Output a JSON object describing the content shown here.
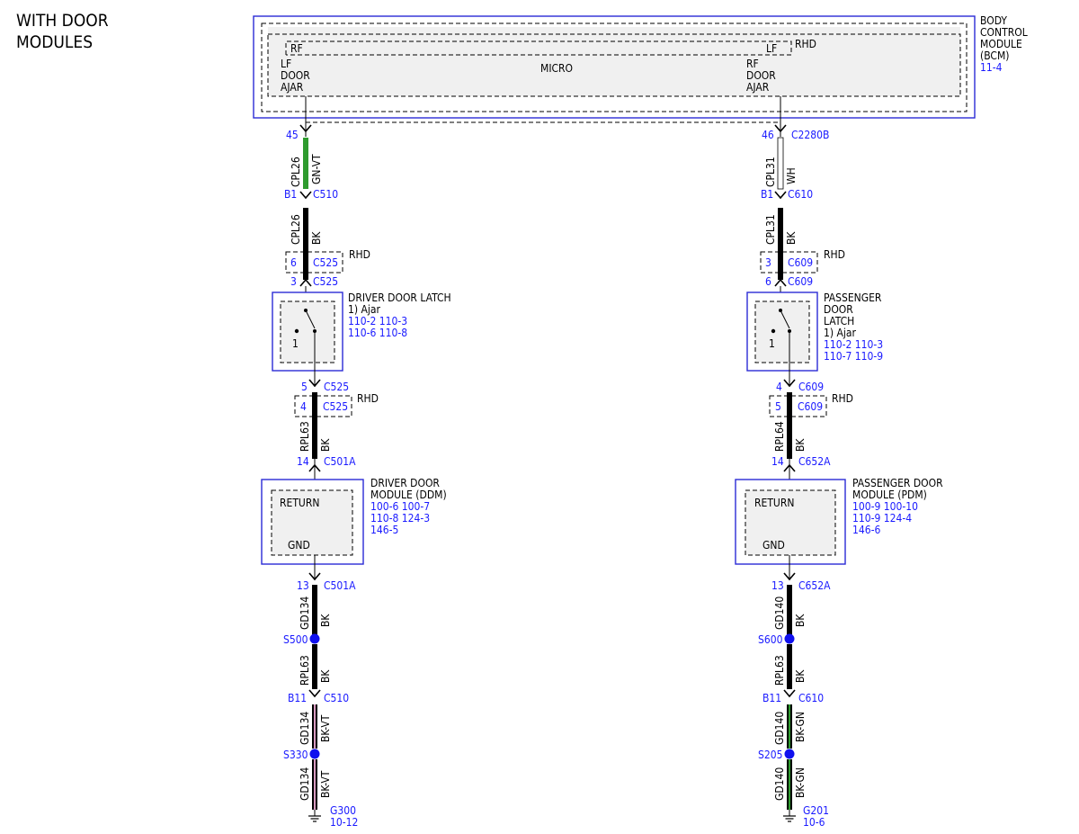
{
  "title": [
    "WITH DOOR",
    "MODULES"
  ],
  "colors": {
    "wire_black": "#000000",
    "wire_green": "#2e9b2e",
    "wire_pink": "#d89bc0",
    "reference_blue": "#1a1aff",
    "box_blue": "#2b2bd6",
    "splice_blue": "#1010ee"
  },
  "bcm": {
    "name_lines": [
      "BODY",
      "CONTROL",
      "MODULE",
      "(BCM)"
    ],
    "ref": "11-4",
    "rf": "RF",
    "lf": "LF",
    "rhd": "RHD",
    "micro": "MICRO",
    "lf_door_ajar": [
      "LF",
      "DOOR",
      "AJAR"
    ],
    "rf_door_ajar": [
      "RF",
      "DOOR",
      "AJAR"
    ]
  },
  "left": {
    "pin_bcm": "45",
    "wire1": {
      "circuit": "CPL26",
      "color": "GN-VT"
    },
    "c510_top": {
      "pin": "B1",
      "conn": "C510"
    },
    "wire2": {
      "circuit": "CPL26",
      "color": "BK"
    },
    "rhd_box_top": {
      "pin": "6",
      "conn": "C525",
      "tag": "RHD"
    },
    "latch_in": {
      "pin": "3",
      "conn": "C525"
    },
    "latch": {
      "name": "DRIVER DOOR LATCH",
      "item": "1) Ajar",
      "refs": [
        "110-2  110-3",
        "110-6  110-8"
      ],
      "switch_label": "1"
    },
    "latch_out": {
      "pin": "5",
      "conn": "C525"
    },
    "rhd_box_bot": {
      "pin": "4",
      "conn": "C525",
      "tag": "RHD"
    },
    "wire3": {
      "circuit": "RPL63",
      "color": "BK"
    },
    "module_in": {
      "pin": "14",
      "conn": "C501A"
    },
    "module": {
      "name_lines": [
        "DRIVER DOOR",
        "MODULE (DDM)"
      ],
      "refs": [
        "100-6  100-7",
        "110-8  124-3",
        "146-5"
      ],
      "return": "RETURN",
      "gnd": "GND"
    },
    "module_out": {
      "pin": "13",
      "conn": "C501A"
    },
    "wire4": {
      "circuit": "GD134",
      "color": "BK"
    },
    "splice1": "S500",
    "wire5": {
      "circuit": "RPL63",
      "color": "BK"
    },
    "c510_bot": {
      "pin": "B11",
      "conn": "C510"
    },
    "wire6": {
      "circuit": "GD134",
      "color": "BK-VT"
    },
    "splice2": "S330",
    "wire7": {
      "circuit": "GD134",
      "color": "BK-VT"
    },
    "ground": {
      "id": "G300",
      "ref": "10-12"
    }
  },
  "right": {
    "pin_bcm": "46",
    "bcm_conn": "C2280B",
    "wire1": {
      "circuit": "CPL31",
      "color": "WH"
    },
    "c610_top": {
      "pin": "B1",
      "conn": "C610"
    },
    "wire2": {
      "circuit": "CPL31",
      "color": "BK"
    },
    "rhd_box_top": {
      "pin": "3",
      "conn": "C609",
      "tag": "RHD"
    },
    "latch_in": {
      "pin": "6",
      "conn": "C609"
    },
    "latch": {
      "name_lines": [
        "PASSENGER",
        "DOOR",
        "LATCH"
      ],
      "item": "1) Ajar",
      "refs": [
        "110-2  110-3",
        "110-7  110-9"
      ],
      "switch_label": "1"
    },
    "latch_out": {
      "pin": "4",
      "conn": "C609"
    },
    "rhd_box_bot": {
      "pin": "5",
      "conn": "C609",
      "tag": "RHD"
    },
    "wire3": {
      "circuit": "RPL64",
      "color": "BK"
    },
    "module_in": {
      "pin": "14",
      "conn": "C652A"
    },
    "module": {
      "name_lines": [
        "PASSENGER DOOR",
        "MODULE (PDM)"
      ],
      "refs": [
        "100-9  100-10",
        "110-9  124-4",
        "146-6"
      ],
      "return": "RETURN",
      "gnd": "GND"
    },
    "module_out": {
      "pin": "13",
      "conn": "C652A"
    },
    "wire4": {
      "circuit": "GD140",
      "color": "BK"
    },
    "splice1": "S600",
    "wire5": {
      "circuit": "RPL63",
      "color": "BK"
    },
    "c610_bot": {
      "pin": "B11",
      "conn": "C610"
    },
    "wire6": {
      "circuit": "GD140",
      "color": "BK-GN"
    },
    "splice2": "S205",
    "wire7": {
      "circuit": "GD140",
      "color": "BK-GN"
    },
    "ground": {
      "id": "G201",
      "ref": "10-6"
    }
  }
}
